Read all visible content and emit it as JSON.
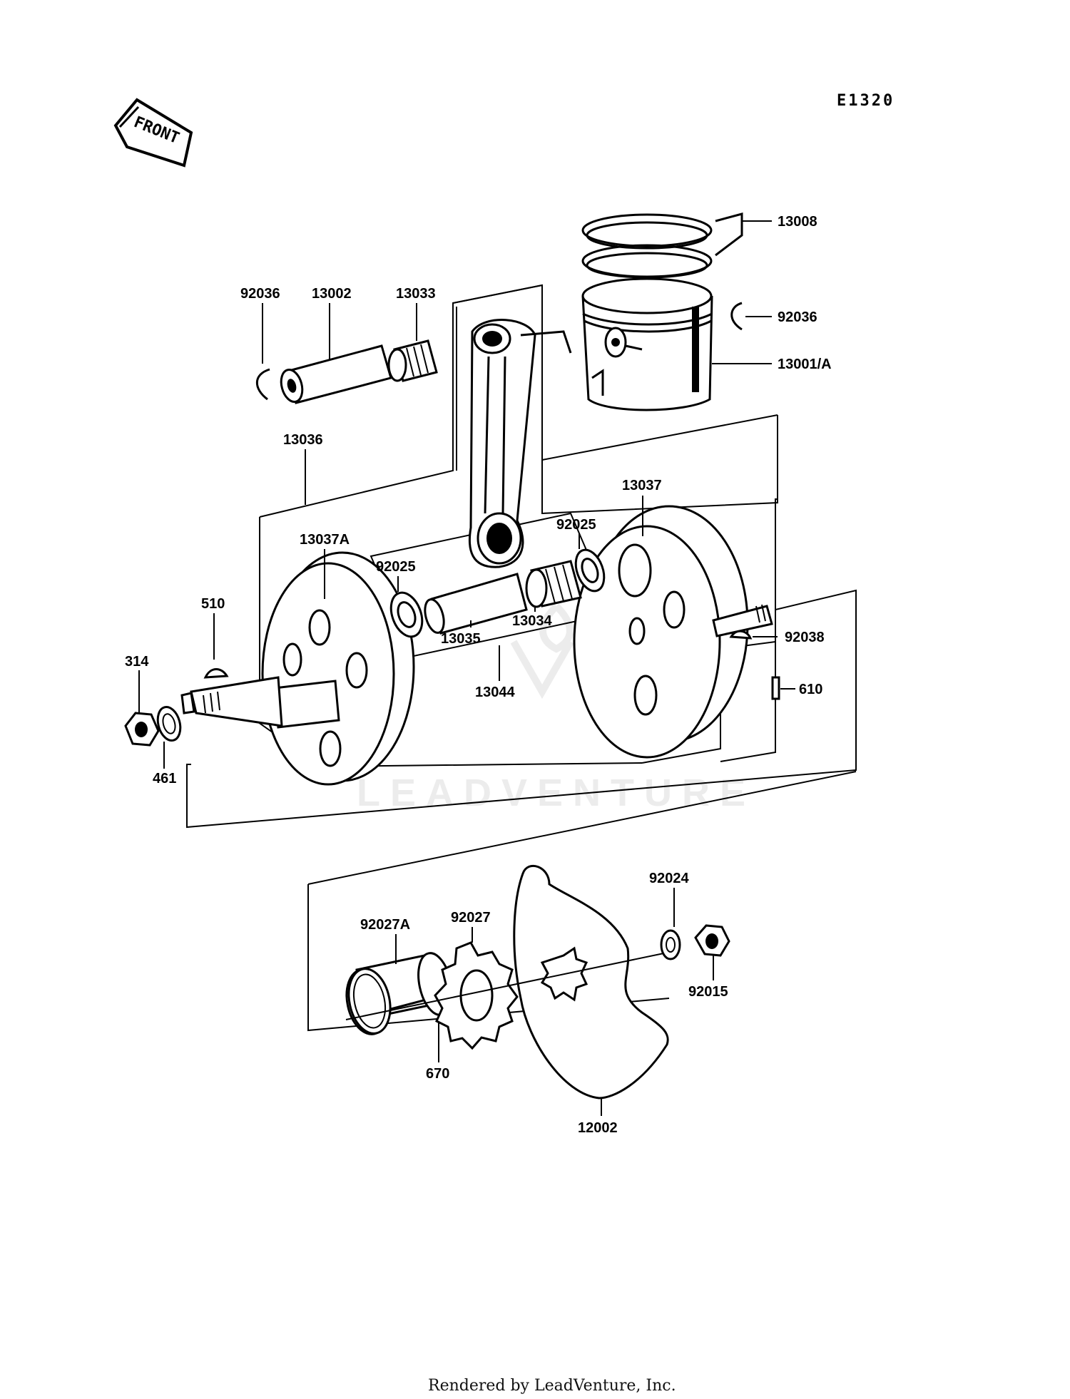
{
  "header": {
    "diagram_ref": "E1320",
    "front_label": "FRONT"
  },
  "watermark": "LEADVENTURE",
  "footer": {
    "rendered_by": "Rendered by LeadVenture, Inc."
  },
  "callouts": {
    "p13008": "13008",
    "p92036_right": "92036",
    "p13001A": "13001/A",
    "p92036_left": "92036",
    "p13002": "13002",
    "p13033": "13033",
    "p13036": "13036",
    "p13037": "13037",
    "p13037A": "13037A",
    "p92025_right": "92025",
    "p92025_left": "92025",
    "p13034": "13034",
    "p13035": "13035",
    "p13044": "13044",
    "p510": "510",
    "p314": "314",
    "p461": "461",
    "p92038": "92038",
    "p610": "610",
    "p92024": "92024",
    "p92027": "92027",
    "p92027A": "92027A",
    "p92015": "92015",
    "p670": "670",
    "p12002": "12002"
  }
}
